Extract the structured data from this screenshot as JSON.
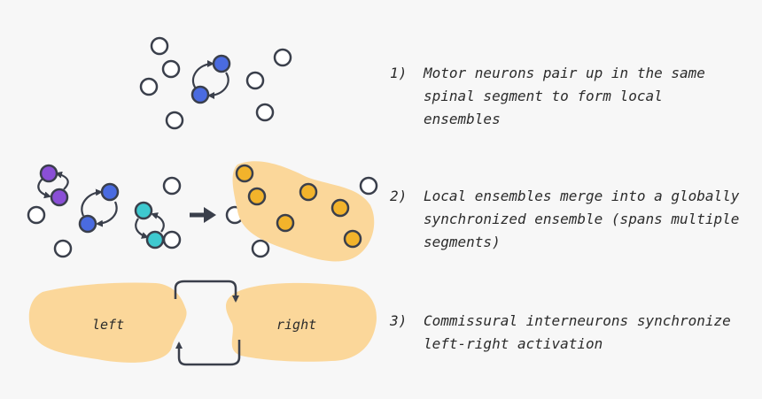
{
  "colors": {
    "background": "#f7f7f7",
    "outline": "#3a3f4b",
    "blue": "#4a6be0",
    "purple": "#8a4fd6",
    "cyan": "#3ec9cf",
    "orange": "#f2b32b",
    "ensemble_fill": "#fbd79a"
  },
  "steps": [
    {
      "number": "1)",
      "lines": [
        "Motor neurons pair up in the same",
        "spinal segment to form local",
        "ensembles"
      ]
    },
    {
      "number": "2)",
      "lines": [
        "Local ensembles merge into a globally",
        "synchronized ensemble (spans multiple",
        "segments)"
      ]
    },
    {
      "number": "3)",
      "lines": [
        "Commissural interneurons synchronize",
        "left-right activation"
      ]
    }
  ],
  "blobs": {
    "left_label": "left",
    "right_label": "right"
  }
}
